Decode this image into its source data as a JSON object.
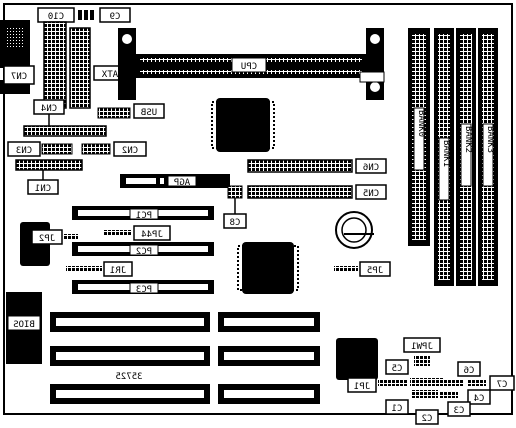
{
  "board": {
    "id_number": "35725"
  },
  "labels": {
    "c10": "C10",
    "c9": "C9",
    "cn7": "CN7",
    "atx": "ATX",
    "cpu": "CPU",
    "cn4": "CN4",
    "usb": "USB",
    "cn3": "CN3",
    "cn2": "CN2",
    "cn1": "CN1",
    "agp": "AGP",
    "cn6": "CN6",
    "cn5": "CN5",
    "bank0": "BANK0",
    "bank1": "BANK1",
    "bank2": "BANK2",
    "bank3": "BANK3",
    "pc1": "PC1",
    "c8": "C8",
    "jp2": "JP2",
    "jp44": "JP44",
    "pc2": "PC2",
    "jr1": "JR1",
    "jp5": "JP5",
    "pc3": "PC3",
    "bios": "BIOS",
    "jpw1": "JPW1",
    "c5": "C5",
    "c6": "C6",
    "c7": "C7",
    "jp1": "JP1",
    "c4": "C4",
    "c1": "C1",
    "c2": "C2",
    "c3": "C3"
  }
}
